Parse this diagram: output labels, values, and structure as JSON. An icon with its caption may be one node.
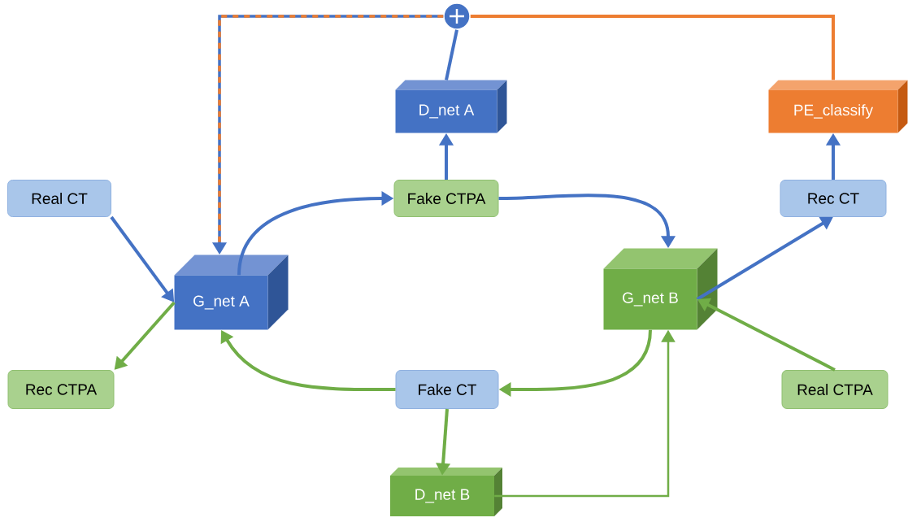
{
  "diagram": {
    "nodes": [
      {
        "text": [
          "Real CT"
        ]
      },
      {
        "text": [
          "G_net A"
        ]
      },
      {
        "text": [
          "Rec CTPA"
        ]
      },
      {
        "text": [
          "Fake CTPA"
        ]
      },
      {
        "text": [
          "D_net A"
        ]
      },
      {
        "text": [],
        "shape": "circle"
      },
      {
        "text": [
          "PE_classify"
        ]
      },
      {
        "text": [
          "Rec CT"
        ]
      },
      {
        "text": [
          "G_net B"
        ]
      },
      {
        "text": [
          "Fake CT"
        ]
      },
      {
        "text": [
          "Real CTPA"
        ]
      },
      {
        "text": [
          "D_net B"
        ]
      }
    ],
    "edges": [
      {
        "from": 0,
        "to": 1,
        "arrow": "to",
        "color": "#4472c4"
      },
      {
        "from": 1,
        "to": 2,
        "arrow": "to",
        "color": "#70ad47"
      },
      {
        "from": 1,
        "to": 3,
        "arrow": "to",
        "color": "#4472c4"
      },
      {
        "from": 3,
        "to": 4,
        "arrow": "to",
        "color": "#4472c4"
      },
      {
        "from": 3,
        "to": 8,
        "arrow": "to",
        "color": "#4472c4"
      },
      {
        "from": 4,
        "to": 5,
        "arrow": "none",
        "color": "#4472c4"
      },
      {
        "from": 8,
        "to": 7,
        "arrow": "to",
        "color": "#4472c4"
      },
      {
        "from": 7,
        "to": 6,
        "arrow": "to",
        "color": "#4472c4"
      },
      {
        "from": 6,
        "to": 5,
        "arrow": "none",
        "color": "#ed7d31"
      },
      {
        "from": 5,
        "to": 1,
        "arrow": "to",
        "style": "dashed",
        "color": "#ed7d31"
      },
      {
        "from": 10,
        "to": 8,
        "arrow": "to",
        "color": "#70ad47"
      },
      {
        "from": 8,
        "to": 9,
        "arrow": "to",
        "color": "#70ad47"
      },
      {
        "from": 9,
        "to": 1,
        "arrow": "to",
        "color": "#70ad47"
      },
      {
        "from": 9,
        "to": 11,
        "arrow": "to",
        "color": "#70ad47"
      },
      {
        "from": 11,
        "to": 8,
        "arrow": "to",
        "color": "#70ad47"
      }
    ]
  }
}
